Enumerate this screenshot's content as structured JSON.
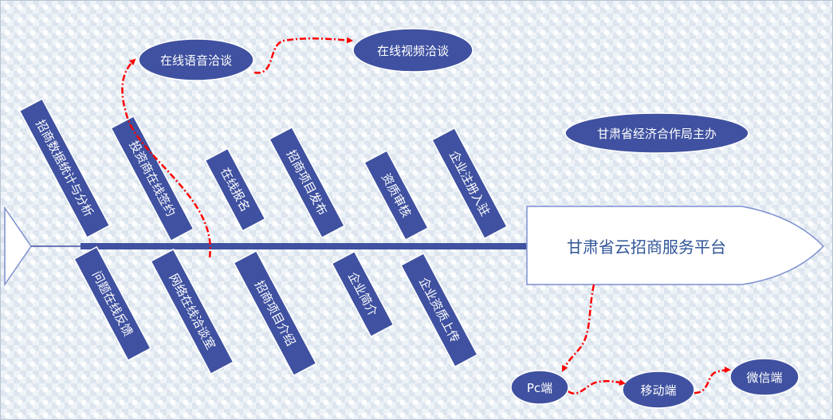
{
  "head": {
    "label": "甘肃省云招商服务平台"
  },
  "host": {
    "label": "甘肃省经济合作局主办"
  },
  "top_bones": [
    {
      "label": "招商数据统计与分析"
    },
    {
      "label": "投资商在线签约"
    },
    {
      "label": "在线报名"
    },
    {
      "label": "招商项目发布"
    },
    {
      "label": "资质审核"
    },
    {
      "label": "企业注册入驻"
    }
  ],
  "bottom_bones": [
    {
      "label": "问题在线反馈"
    },
    {
      "label": "网络在线洽谈室"
    },
    {
      "label": "招商项目介绍"
    },
    {
      "label": "企业简介"
    },
    {
      "label": "企业资质上传"
    }
  ],
  "negotiation": [
    {
      "label": "在线语音洽谈"
    },
    {
      "label": "在线视频洽谈"
    }
  ],
  "terminals": [
    {
      "label": "Pc端"
    },
    {
      "label": "移动端"
    },
    {
      "label": "微信端"
    }
  ],
  "colors": {
    "node_fill": "#3f51a0",
    "spine": "#3f51a0",
    "connector": "#ff0000",
    "head_stroke": "#7c8fd0"
  }
}
